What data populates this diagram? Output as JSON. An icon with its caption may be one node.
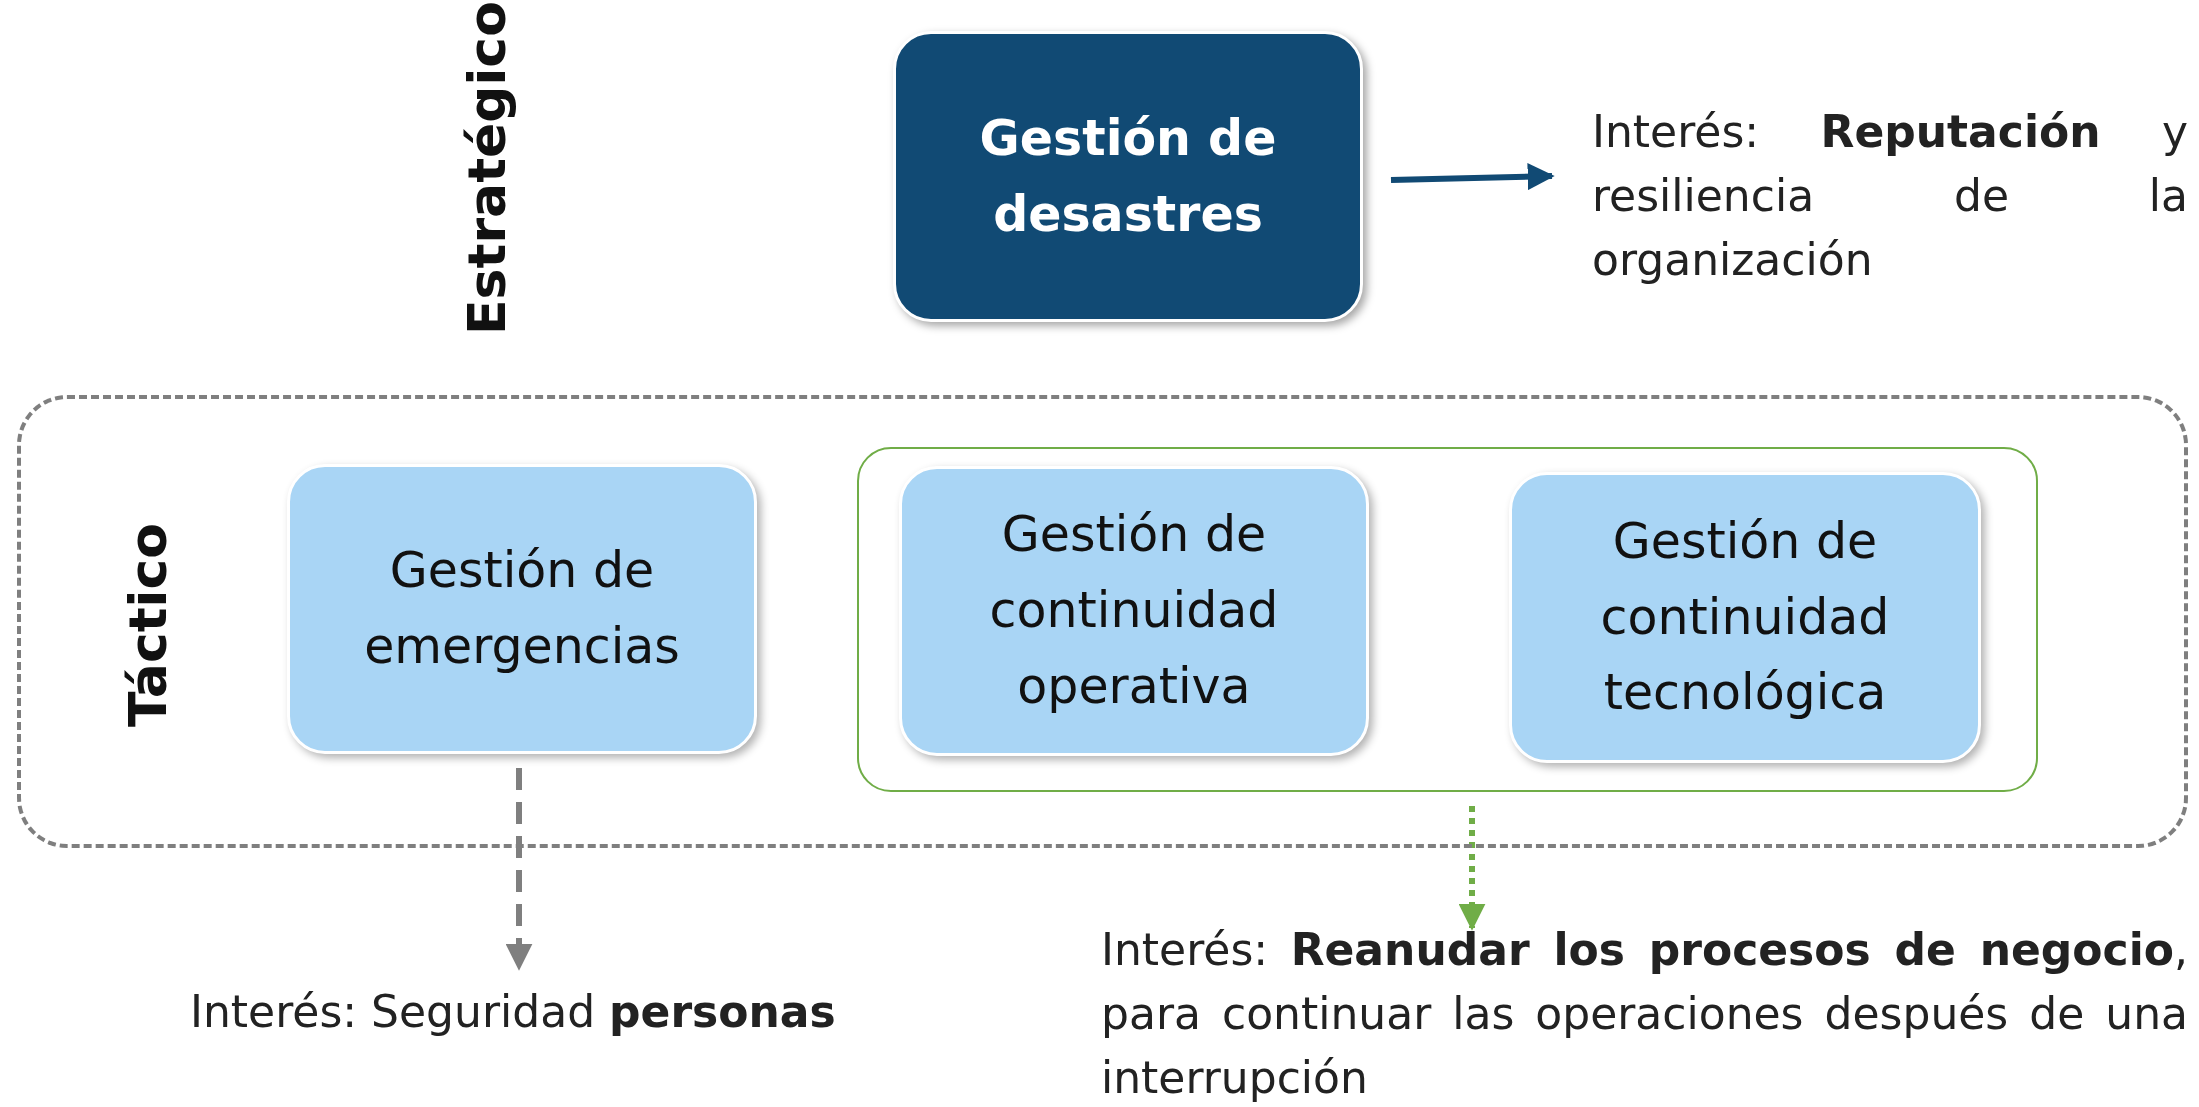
{
  "diagram": {
    "nodes": [
      {
        "text": [
          "Gestión de desastres"
        ]
      },
      {
        "text": [
          "Interés: **Reputación** y resiliencia de la organización"
        ]
      },
      {
        "text": [
          "Táctico"
        ]
      },
      {
        "text": [
          "Gestión de emergencias"
        ],
        "in": 2
      },
      {
        "text": [],
        "shape": "box",
        "in": 2
      },
      {
        "text": [
          "Gestión de continuidad operativa"
        ],
        "in": 4
      },
      {
        "text": [
          "Gestión de continuidad tecnológica"
        ],
        "in": 4
      },
      {
        "text": [
          "Interés: Seguridad **personas**"
        ]
      },
      {
        "text": [
          "Interés: **Reanudar los procesos de negocio**, para continuar las operaciones después de una interrupción"
        ]
      }
    ],
    "edges": [
      {
        "from": 0,
        "to": 1,
        "arrow": "to",
        "color": "#114a74"
      },
      {
        "from": 3,
        "to": 7,
        "arrow": "to",
        "style": "dashed",
        "color": "#7f7f7f"
      },
      {
        "from": 4,
        "to": 8,
        "arrow": "to",
        "style": "dashed",
        "color": "#70ad47"
      }
    ],
    "labels": [
      "Estratégico"
    ]
  }
}
